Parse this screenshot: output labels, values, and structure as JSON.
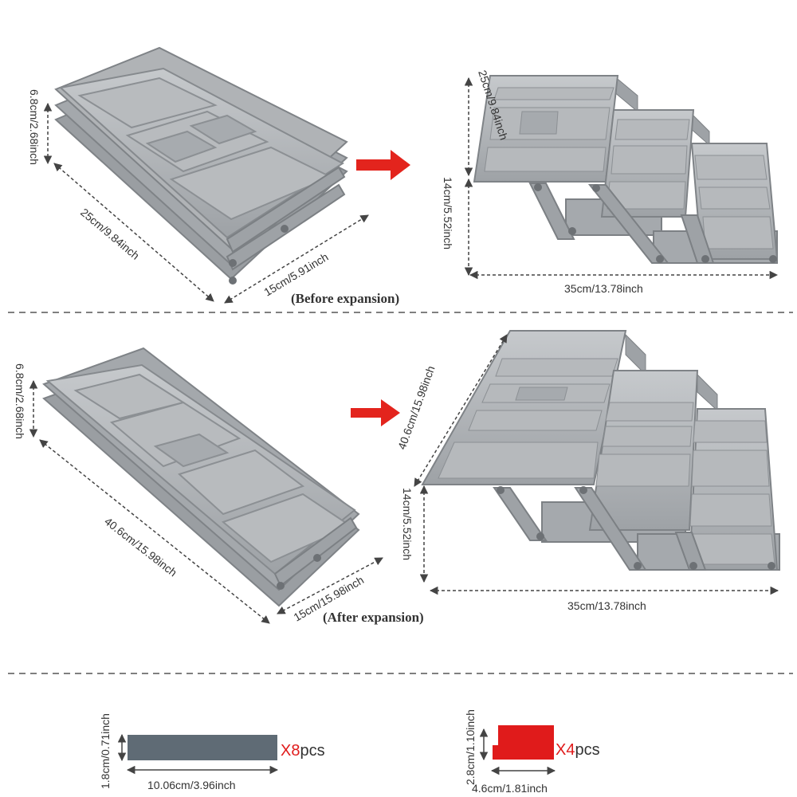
{
  "before": {
    "caption": "(Before expansion)",
    "height_label": "6.8cm/2.68inch",
    "length_label": "25cm/9.84inch",
    "width_label": "15cm/5.91inch"
  },
  "before_open": {
    "tray_label": "25cm/9.84inch",
    "height_label": "14cm/5.52inch",
    "width_label": "35cm/13.78inch"
  },
  "after": {
    "caption": "(After expansion)",
    "height_label": "6.8cm/2.68inch",
    "length_label": "40.6cm/15.98inch",
    "width_label": "15cm/15.98inch"
  },
  "after_open": {
    "tray_label": "40.6cm/15.98inch",
    "height_label": "14cm/5.52inch",
    "width_label": "35cm/13.78inch"
  },
  "accessories": {
    "divider": {
      "height_label": "1.8cm/0.71inch",
      "width_label": "10.06cm/3.96inch",
      "qty_x": "X8",
      "qty_unit": "pcs",
      "color": "#5f6b75"
    },
    "clip": {
      "height_label": "2.8cm/1.10inch",
      "width_label": "4.6cm/1.81inch",
      "qty_x": "X4",
      "qty_unit": "pcs",
      "color": "#e01b1b"
    }
  },
  "colors": {
    "tray_gray": "#a9acaf",
    "tray_light": "#c3c6c9",
    "tray_dark": "#8c9094",
    "arrow_red": "#e3241d",
    "dash": "#555555"
  }
}
